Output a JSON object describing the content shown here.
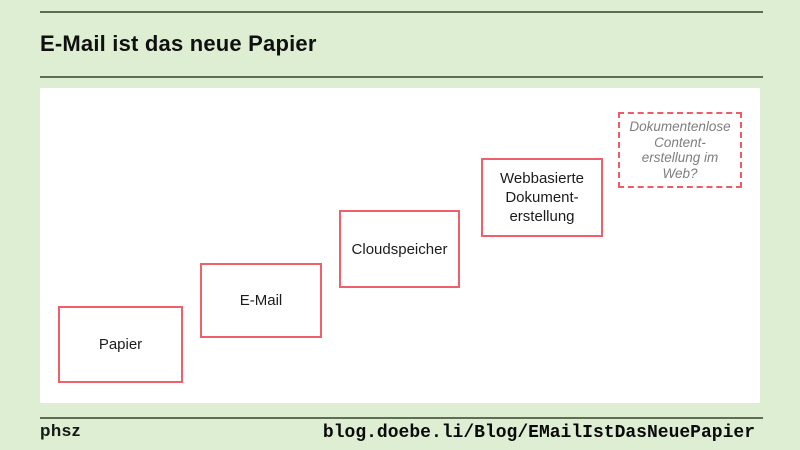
{
  "slide": {
    "title": "E-Mail ist das neue Papier",
    "footer": {
      "brand": "phsz",
      "url": "blog.doebe.li/Blog/EMailIstDasNeuePapier"
    }
  },
  "colors": {
    "background": "#deeed3",
    "canvas": "#ffffff",
    "rule": "#5e6e54",
    "step_border": "#f0606b",
    "future_border": "#ef5b68",
    "future_text": "#7e7e7e",
    "text": "#1c1c1c"
  },
  "diagram": {
    "type": "staircase-evolution",
    "steps": [
      {
        "name": "papier",
        "style": "solid",
        "lines": [
          "Papier"
        ]
      },
      {
        "name": "email",
        "style": "solid",
        "lines": [
          "E-Mail"
        ]
      },
      {
        "name": "cloudspeicher",
        "style": "solid",
        "lines": [
          "Cloudspeicher"
        ]
      },
      {
        "name": "webbasierte-dokumenterstellung",
        "style": "solid",
        "lines": [
          "Webbasierte",
          "Dokument-",
          "erstellung"
        ]
      },
      {
        "name": "dokumentenlose-contenterstellung-im-web",
        "style": "dashed-future",
        "lines": [
          "Dokumentenlose",
          "Content-",
          "erstellung im",
          "Web?"
        ]
      }
    ]
  }
}
